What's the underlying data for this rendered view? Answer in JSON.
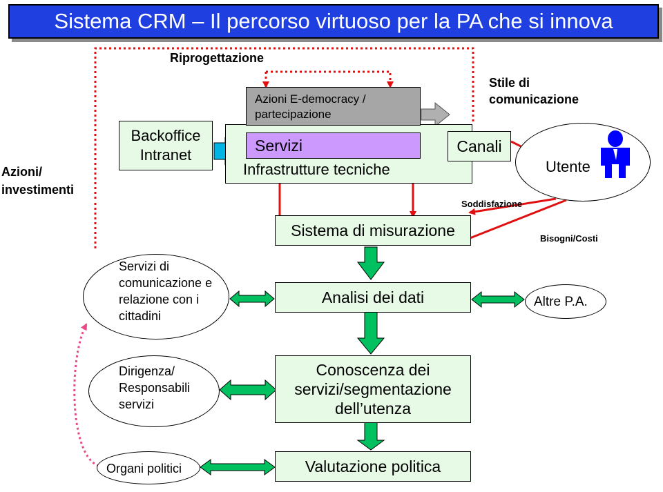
{
  "title": "Sistema CRM – Il percorso virtuoso per la PA che si innova",
  "labels": {
    "riprogettazione": "Riprogettazione",
    "azioni_investimenti": "Azioni/ investimenti",
    "stile": "Stile di comunicazione",
    "soddisfazione": "Soddisfazione",
    "bisogni_costi": "Bisogni/Costi"
  },
  "boxes": {
    "backoffice": "Backoffice Intranet",
    "edemocracy": "Azioni E-democracy / partecipazione",
    "servizi": "Servizi",
    "infrastrutture": "Infrastrutture tecniche",
    "canali": "Canali",
    "misurazione": "Sistema di misurazione",
    "analisi": "Analisi dei dati",
    "conoscenza": "Conoscenza dei servizi/segmentazione dell’utenza",
    "valutazione": "Valutazione politica"
  },
  "ellipses": {
    "utente": "Utente",
    "servizi_comunicazione": "Servizi di comunicazione e relazione con i cittadini",
    "dirigenza": "Dirigenza/ Responsabili servizi",
    "organi": "Organi politici",
    "altre_pa": "Altre P.A."
  },
  "colors": {
    "title_bg": "#1f3fe0",
    "title_text": "#ffffff",
    "box_green": "#e6fae6",
    "box_purple": "#cc99ff",
    "box_gray": "#a6a6a6",
    "arrow_blue": "#00b4e6",
    "arrow_green": "#00c060",
    "arrow_red": "#e01010",
    "arrow_gray": "#b0b0b0"
  },
  "icons": [
    "user-silhouette-icon"
  ]
}
